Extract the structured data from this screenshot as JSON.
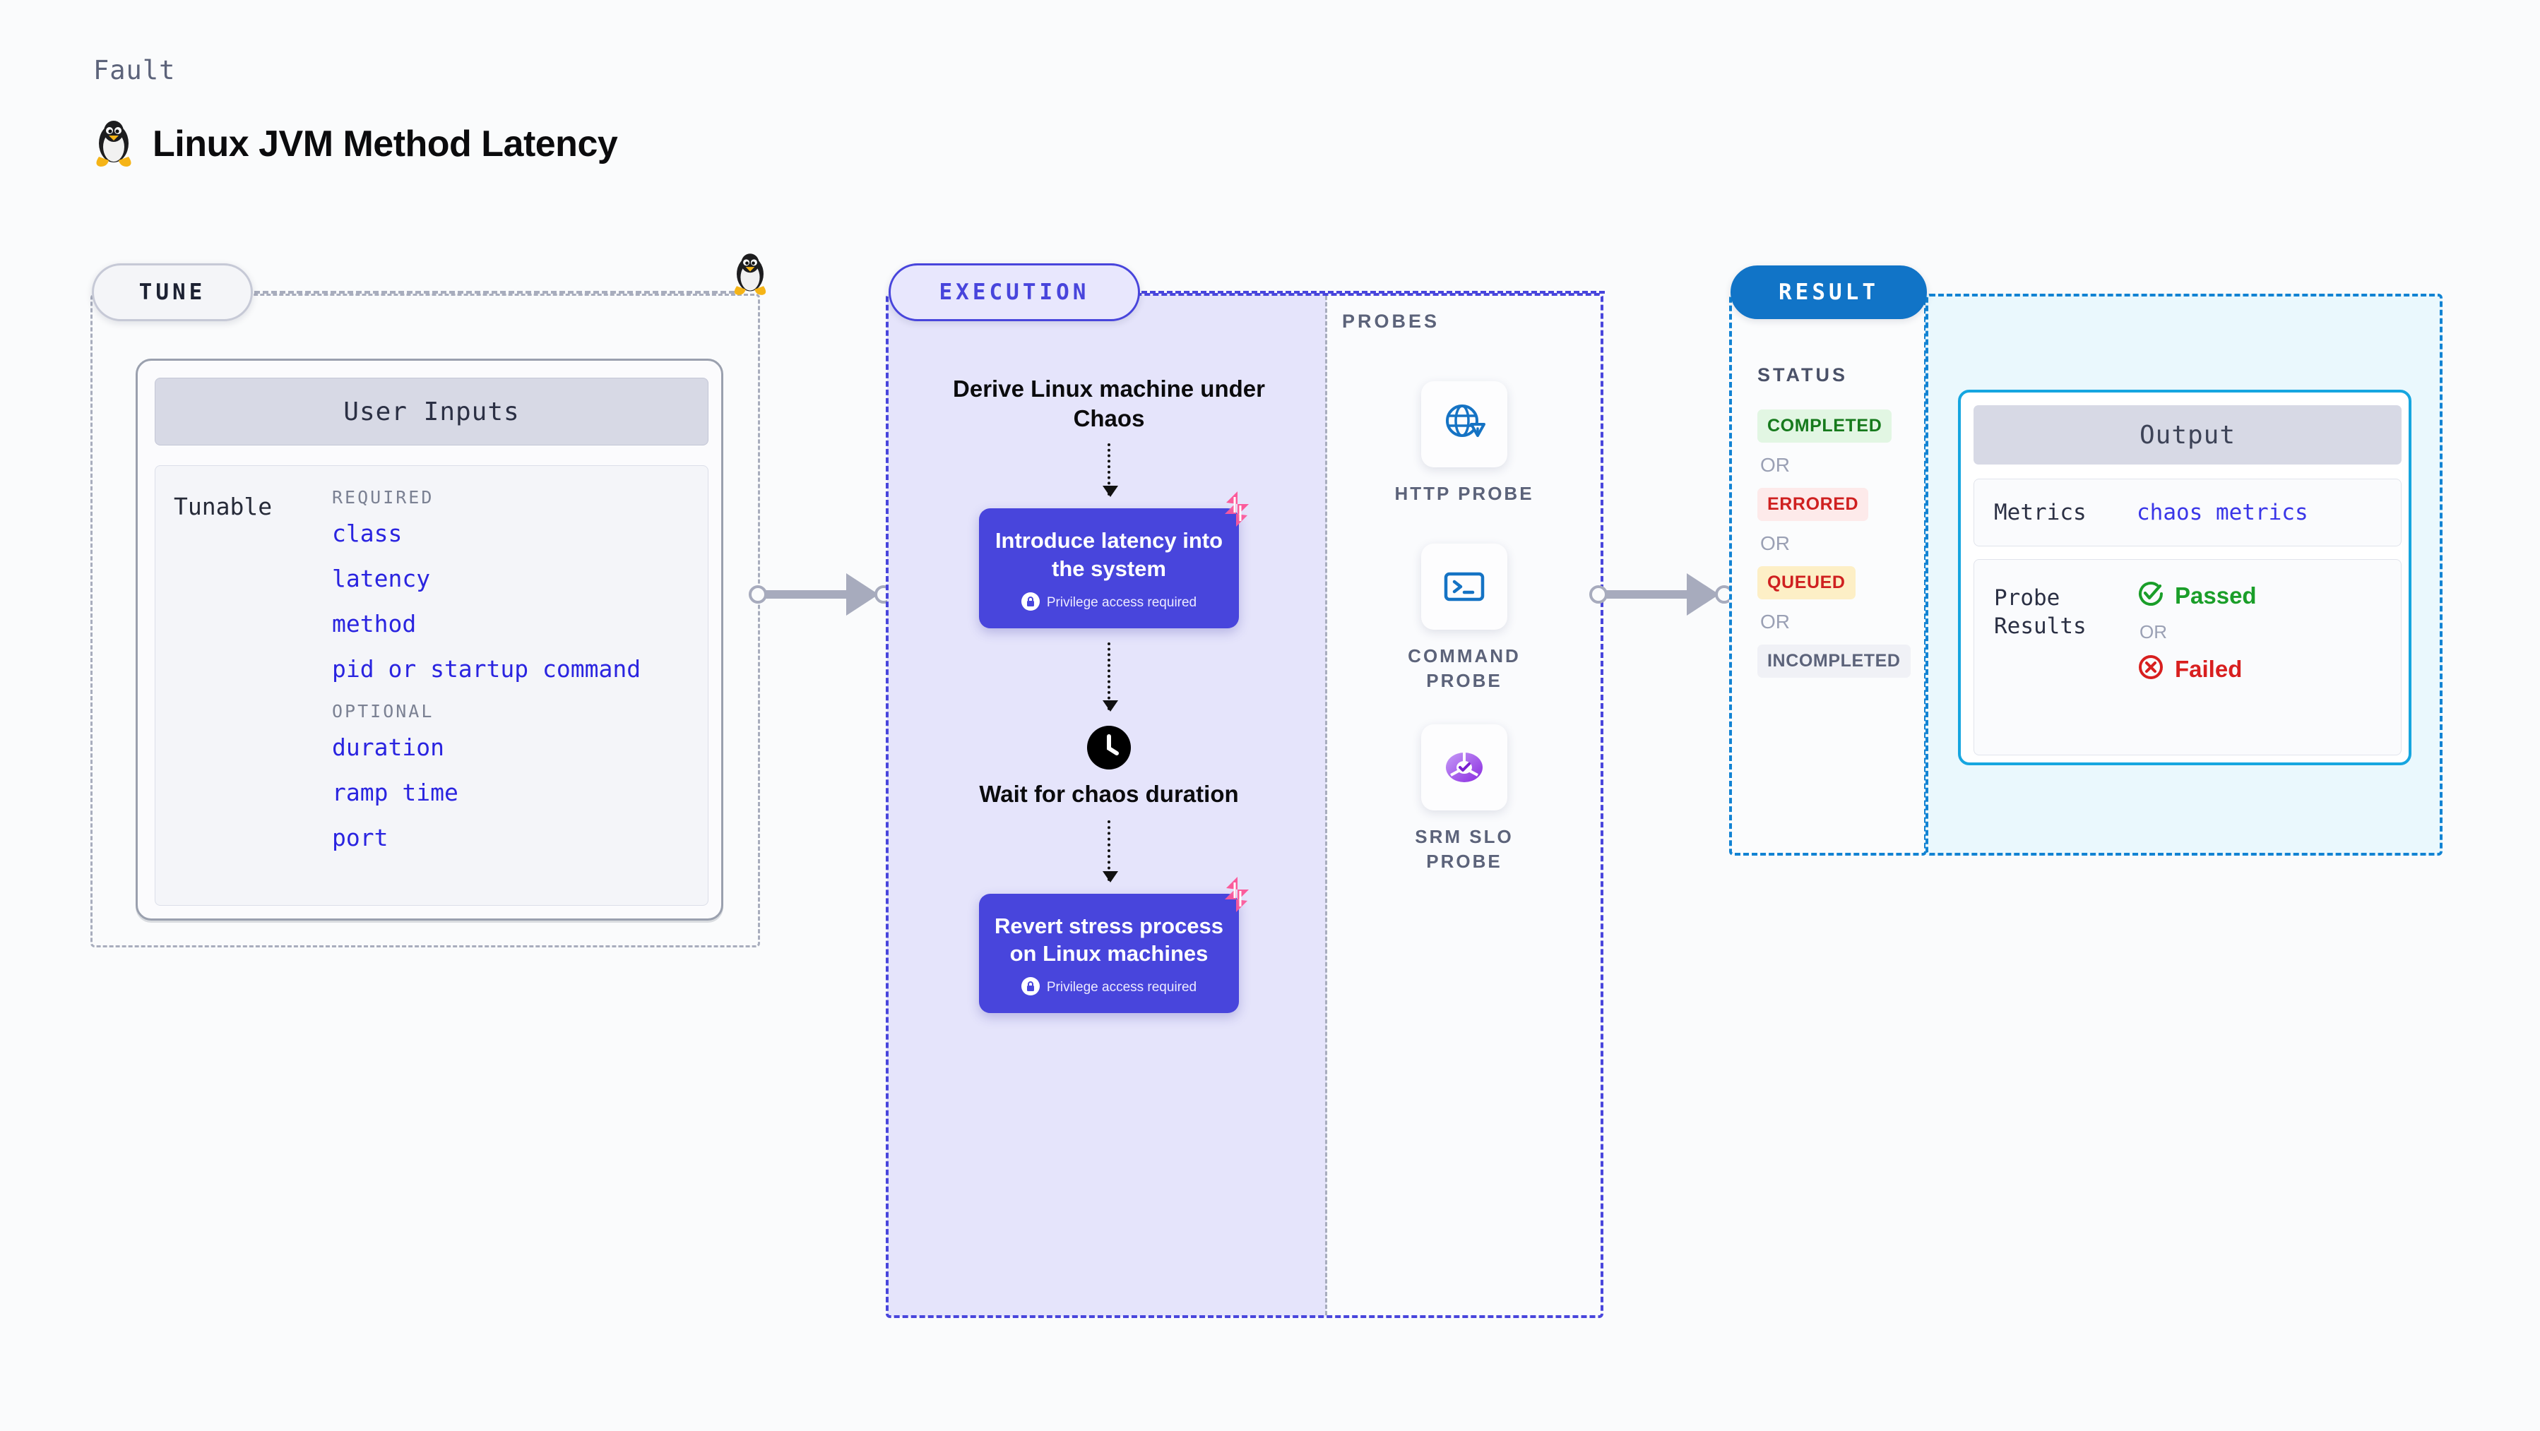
{
  "header": {
    "kicker": "Fault",
    "title": "Linux JVM Method Latency",
    "icon": "linux-penguin-icon"
  },
  "tune": {
    "pill_label": "TUNE",
    "platform_icon": "linux-penguin-icon",
    "card": {
      "header": "User Inputs",
      "row_label": "Tunable",
      "groups": [
        {
          "label": "REQUIRED",
          "items": [
            "class",
            "latency",
            "method",
            "pid or startup command"
          ]
        },
        {
          "label": "OPTIONAL",
          "items": [
            "duration",
            "ramp time",
            "port"
          ]
        }
      ]
    }
  },
  "execution": {
    "pill_label": "EXECUTION",
    "steps": [
      {
        "type": "text",
        "label": "Derive Linux machine under Chaos"
      },
      {
        "type": "task",
        "label": "Introduce latency into the system",
        "note": "Privilege access required",
        "note_icon": "lock-icon",
        "badge_icon": "harness-chaos-icon"
      },
      {
        "type": "wait",
        "label": "Wait for chaos duration",
        "icon": "clock-icon"
      },
      {
        "type": "task",
        "label": "Revert stress process on Linux machines",
        "note": "Privilege access required",
        "note_icon": "lock-icon",
        "badge_icon": "harness-chaos-icon"
      }
    ]
  },
  "probes": {
    "section_label": "PROBES",
    "items": [
      {
        "name": "HTTP PROBE",
        "icon": "globe-warning-icon"
      },
      {
        "name": "COMMAND PROBE",
        "icon": "terminal-icon"
      },
      {
        "name": "SRM SLO PROBE",
        "icon": "srm-slo-donut-icon"
      }
    ]
  },
  "result": {
    "pill_label": "RESULT",
    "status_heading": "STATUS",
    "or_label": "OR",
    "statuses": [
      {
        "label": "COMPLETED",
        "color": "#167a1c",
        "bg": "#e2f6e3"
      },
      {
        "label": "ERRORED",
        "color": "#cf2020",
        "bg": "#fdeaea"
      },
      {
        "label": "QUEUED",
        "color": "#cf2020",
        "bg": "#fdefc6"
      },
      {
        "label": "INCOMPLETED",
        "color": "#5c637a",
        "bg": "#f0f1f6"
      }
    ],
    "output": {
      "header": "Output",
      "metrics_label": "Metrics",
      "metrics_value": "chaos metrics",
      "probe_results_label": "Probe Results",
      "passed_label": "Passed",
      "failed_label": "Failed",
      "or_label": "OR",
      "passed_icon": "check-circle-icon",
      "failed_icon": "x-circle-icon",
      "passed_color": "#1a9e29",
      "failed_color": "#d81f1f"
    }
  },
  "connectors": [
    {
      "name": "tune-to-execution"
    },
    {
      "name": "execution-to-result"
    }
  ],
  "theme": {
    "purple": "#4845DC",
    "purple_fill": "#E5E4FB",
    "blue": "#1283D3",
    "cyan": "#16A6E0",
    "cyan_fill": "#EAF8FD",
    "gray_dash": "#A8ADBD",
    "pink": "#FB5B9B"
  }
}
